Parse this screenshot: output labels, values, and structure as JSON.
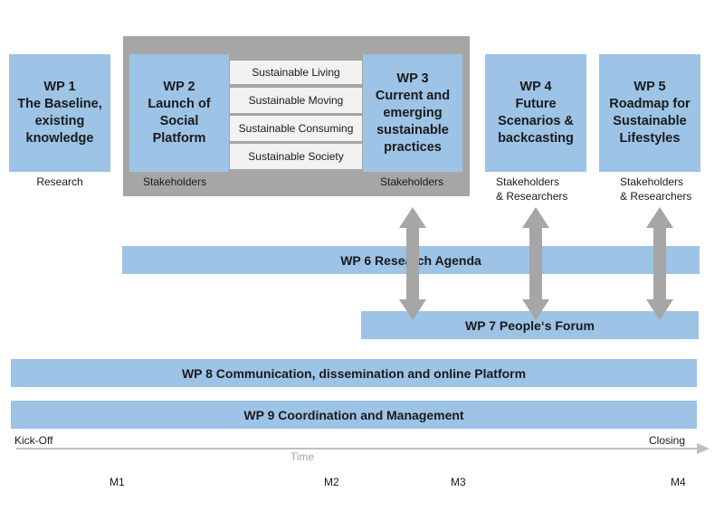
{
  "colors": {
    "box": "#9dc3e6",
    "frame": "#a6a6a6",
    "theme_bg": "#f2f2f2",
    "arrow": "#a6a6a6",
    "timeline": "#bfbfbf",
    "time_text": "#a6a6a6"
  },
  "wp1": {
    "title": "WP 1\nThe Baseline,\nexisting\nknowledge",
    "caption": "Research"
  },
  "wp2": {
    "title": "WP 2\nLaunch of\nSocial\nPlatform",
    "caption": "Stakeholders"
  },
  "themes": [
    "Sustainable Living",
    "Sustainable Moving",
    "Sustainable Consuming",
    "Sustainable Society"
  ],
  "wp3": {
    "title": "WP 3\nCurrent and\nemerging\nsustainable\npractices",
    "caption": "Stakeholders"
  },
  "wp4": {
    "title": "WP 4\nFuture\nScenarios &\nbackcasting",
    "caption": "Stakeholders\n& Researchers"
  },
  "wp5": {
    "title": "WP 5\nRoadmap for\nSustainable\nLifestyles",
    "caption": "Stakeholders\n& Researchers"
  },
  "wp6": "WP 6 Research Agenda",
  "wp7": "WP 7 People‘s Forum",
  "wp8": "WP 8 Communication, dissemination and online Platform",
  "wp9": "WP 9 Coordination and Management",
  "timeline": {
    "start": "Kick-Off",
    "end": "Closing",
    "axis_label": "Time"
  },
  "milestones": [
    "M1",
    "M2",
    "M3",
    "M4"
  ]
}
